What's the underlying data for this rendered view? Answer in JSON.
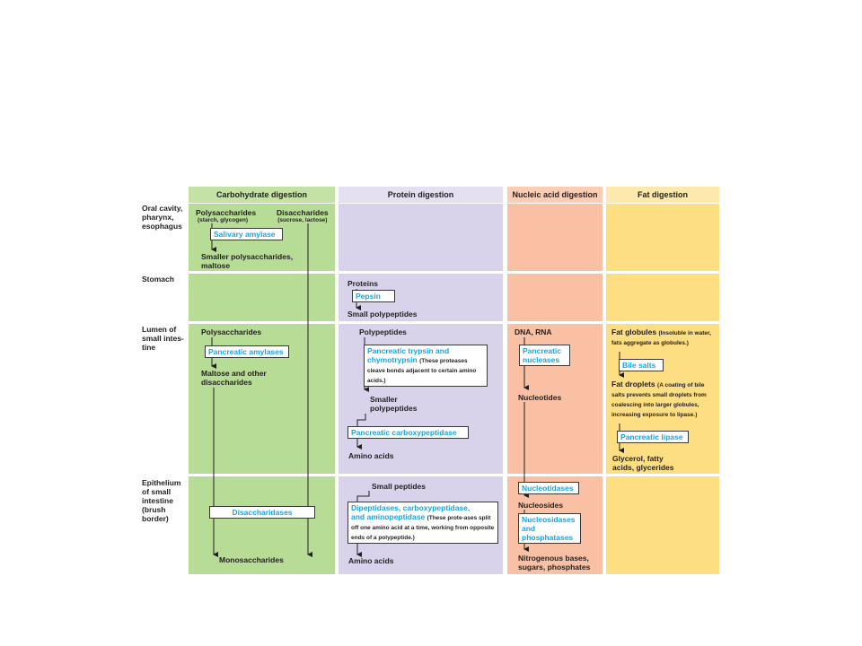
{
  "colors": {
    "carb_bg": "#b6dc96",
    "carb_hdr": "#c4e2a6",
    "prot_bg": "#d8d3eb",
    "prot_hdr": "#e4e0f1",
    "nuc_bg": "#f9c0a3",
    "nuc_hdr": "#fbcdb4",
    "fat_bg": "#fdde82",
    "fat_hdr": "#fde8ad",
    "enzyme_text": "#1ba4dd"
  },
  "headers": {
    "carb": "Carbohydrate digestion",
    "protein": "Protein digestion",
    "nucleic": "Nucleic acid digestion",
    "fat": "Fat digestion"
  },
  "rows": {
    "oral": [
      "Oral cavity,",
      "pharynx,",
      "esophagus"
    ],
    "stomach": [
      "Stomach"
    ],
    "lumen": [
      "Lumen of",
      "small intes-",
      "tine"
    ],
    "epithelium": [
      "Epithelium",
      "of small",
      "intestine",
      "(brush",
      "border)"
    ]
  },
  "carb": {
    "polysaccharides": "Polysaccharides",
    "poly_note": "(starch, glycogen)",
    "disaccharides": "Disaccharides",
    "di_note": "(sucrose, lactose)",
    "salivary_amylase": "Salivary amylase",
    "smaller_poly": [
      "Smaller polysaccharides,",
      "maltose"
    ],
    "lumen_poly": "Polysaccharides",
    "pancreatic_amylases": "Pancreatic amylases",
    "maltose_other": [
      "Maltose and other",
      "disaccharides"
    ],
    "disaccharidases": "Disaccharidases",
    "monosaccharides": "Monosaccharides"
  },
  "protein": {
    "proteins": "Proteins",
    "pepsin": "Pepsin",
    "small_polypeptides": "Small polypeptides",
    "polypeptides": "Polypeptides",
    "trypsin": [
      "Pancreatic trypsin and",
      "chymotrypsin"
    ],
    "trypsin_note": "(These proteases cleave bonds adjacent to certain amino acids.)",
    "smaller_polypeptides": [
      "Smaller",
      "polypeptides"
    ],
    "carboxypeptidase": "Pancreatic carboxypeptidase",
    "amino_acids_1": "Amino acids",
    "small_peptides": "Small peptides",
    "dipeptidases": [
      "Dipeptidases, carboxypeptidase,",
      "and aminopeptidase"
    ],
    "dipeptidases_note": "(These prote-ases split off one amino acid at a time, working from opposite ends of a polypeptide.)",
    "amino_acids_2": "Amino acids"
  },
  "nucleic": {
    "dna_rna": "DNA, RNA",
    "pancreatic_nucleases": [
      "Pancreatic",
      "nucleases"
    ],
    "nucleotides": "Nucleotides",
    "nucleotidases": "Nucleotidases",
    "nucleosides": "Nucleosides",
    "nucleosidases": [
      "Nucleosidases",
      "and",
      "phosphatases"
    ],
    "products": [
      "Nitrogenous bases,",
      "sugars, phosphates"
    ]
  },
  "fat": {
    "fat_globules": "Fat globules",
    "fat_globules_note": "(Insoluble in water, fats aggregate as globules.)",
    "bile_salts": "Bile salts",
    "fat_droplets": "Fat droplets",
    "fat_droplets_note": "(A coating of bile salts prevents small droplets from coalescing into larger globules, increasing exposure to lipase.)",
    "pancreatic_lipase": "Pancreatic lipase",
    "products": [
      "Glycerol, fatty",
      "acids, glycerides"
    ]
  }
}
